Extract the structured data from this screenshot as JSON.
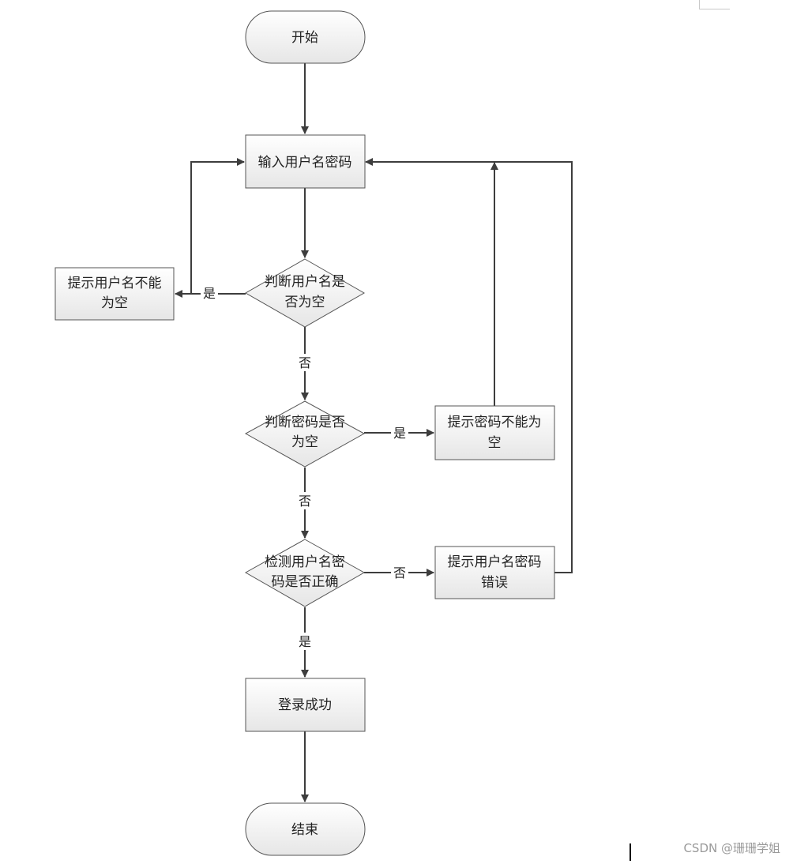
{
  "flowchart": {
    "nodes": [
      {
        "id": "start",
        "lines": [
          "开始"
        ]
      },
      {
        "id": "input-credentials",
        "lines": [
          "输入用户名密码"
        ]
      },
      {
        "id": "check-username-empty",
        "lines": [
          "判断用户名是",
          "否为空"
        ]
      },
      {
        "id": "prompt-username-empty",
        "lines": [
          "提示用户名不能",
          "为空"
        ]
      },
      {
        "id": "check-password-empty",
        "lines": [
          "判断密码是否",
          "为空"
        ]
      },
      {
        "id": "prompt-password-empty",
        "lines": [
          "提示密码不能为",
          "空"
        ]
      },
      {
        "id": "verify-credentials",
        "lines": [
          "检测用户名密",
          "码是否正确"
        ]
      },
      {
        "id": "prompt-credentials-wrong",
        "lines": [
          "提示用户名密码",
          "错误"
        ]
      },
      {
        "id": "login-success",
        "lines": [
          "登录成功"
        ]
      },
      {
        "id": "end",
        "lines": [
          "结束"
        ]
      }
    ],
    "edge_labels": {
      "username_empty_yes": "是",
      "username_empty_no": "否",
      "password_empty_yes": "是",
      "password_empty_no": "否",
      "credentials_correct_no": "否",
      "credentials_correct_yes": "是"
    }
  },
  "colors": {
    "node_fill_top": "#ffffff",
    "node_fill_bottom": "#e6e6e6",
    "node_stroke": "#555555",
    "edge_stroke": "#3d3d3d"
  },
  "watermark": "CSDN @珊珊学姐"
}
